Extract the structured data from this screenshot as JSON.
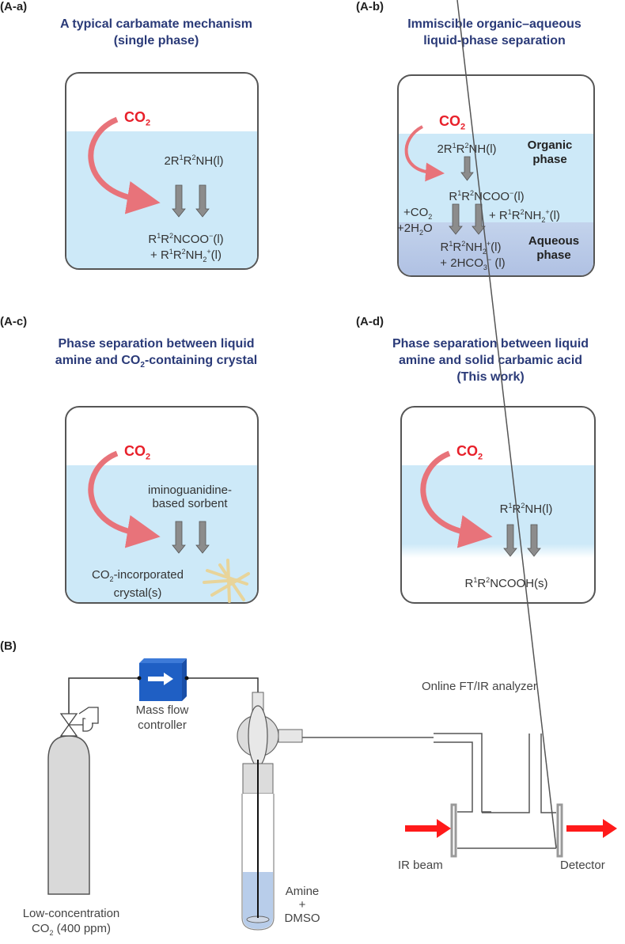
{
  "colors": {
    "title": "#2a3a78",
    "co2_red": "#e8202a",
    "curved_arrow": "#e8737a",
    "liquid_light": "#cde9f8",
    "liquid_aqueous": "#b5c6e6",
    "arrow_gray": "#8c8c8c",
    "mfc_blue": "#1f5fc4",
    "cylinder_gray": "#d9d9d9",
    "ir_red": "#ff1a1a",
    "crystal": "#e8d49a"
  },
  "panel_a": {
    "label": "(A-a)",
    "title_line1": "A typical carbamate mechanism",
    "title_line2": "(single phase)",
    "co2": "CO",
    "co2_sub": "2",
    "reactant": {
      "prefix": "2R",
      "s1": "1",
      "mid": "R",
      "s2": "2",
      "rest": "NH(l)"
    },
    "product1": {
      "a": "R",
      "s1": "1",
      "b": "R",
      "s2": "2",
      "c": "NCOO",
      "sup": "−",
      "d": "(l)"
    },
    "product2": {
      "a": "+ R",
      "s1": "1",
      "b": "R",
      "s2": "2",
      "c": "NH",
      "sub": "2",
      "sup": "+",
      "d": "(l)"
    }
  },
  "panel_b": {
    "label": "(A-b)",
    "title_line1": "Immiscible organic–aqueous",
    "title_line2": "liquid-phase separation",
    "co2": "CO",
    "co2_sub": "2",
    "reactant": {
      "prefix": "2R",
      "s1": "1",
      "mid": "R",
      "s2": "2",
      "rest": "NH(l)"
    },
    "intermediate": {
      "a": "R",
      "s1": "1",
      "b": "R",
      "s2": "2",
      "c": "NCOO",
      "sup": "−",
      "d": "(l)"
    },
    "plus_co2": {
      "a": "+CO",
      "sub": "2"
    },
    "plus_water": {
      "a": "+2H",
      "sub": "2",
      "b": "O"
    },
    "plus_amine": {
      "a": "+ R",
      "s1": "1",
      "b": "R",
      "s2": "2",
      "c": "NH",
      "sub": "2",
      "sup": "+",
      "d": "(l)"
    },
    "product1": {
      "a": "R",
      "s1": "1",
      "b": "R",
      "s2": "2",
      "c": "NH",
      "sub": "2",
      "sup": "+",
      "d": "(l)"
    },
    "product2": {
      "a": "+ 2HCO",
      "sub": "3",
      "sup": "−",
      "d": " (l)"
    },
    "organic_label_1": "Organic",
    "organic_label_2": "phase",
    "aqueous_label_1": "Aqueous",
    "aqueous_label_2": "phase"
  },
  "panel_c": {
    "label": "(A-c)",
    "title_line1": "Phase separation between liquid",
    "title_line2_a": "amine and CO",
    "title_line2_sub": "2",
    "title_line2_b": "-containing crystal",
    "co2": "CO",
    "co2_sub": "2",
    "reactant_1": "iminoguanidine-",
    "reactant_2": "based sorbent",
    "product_1a": "CO",
    "product_1sub": "2",
    "product_1b": "-incorporated",
    "product_2": "crystal(s)"
  },
  "panel_d": {
    "label": "(A-d)",
    "title_line1": "Phase separation between liquid",
    "title_line2": "amine and solid carbamic acid",
    "title_line3": "(This work)",
    "co2": "CO",
    "co2_sub": "2",
    "reactant": {
      "a": "R",
      "s1": "1",
      "b": "R",
      "s2": "2",
      "c": "NH(l)"
    },
    "product": {
      "a": "R",
      "s1": "1",
      "b": "R",
      "s2": "2",
      "c": "NCOOH(s)"
    }
  },
  "panel_setup": {
    "label": "(B)",
    "mfc_line1": "Mass flow",
    "mfc_line2": "controller",
    "cylinder_line1": "Low-concentration",
    "cylinder_line2_a": "CO",
    "cylinder_line2_sub": "2",
    "cylinder_line2_b": " (400 ppm)",
    "vessel_line1": "Amine",
    "vessel_line2": "+",
    "vessel_line3": "DMSO",
    "analyzer": "Online FT/IR analyzer",
    "ir_beam": "IR beam",
    "detector": "Detector"
  }
}
